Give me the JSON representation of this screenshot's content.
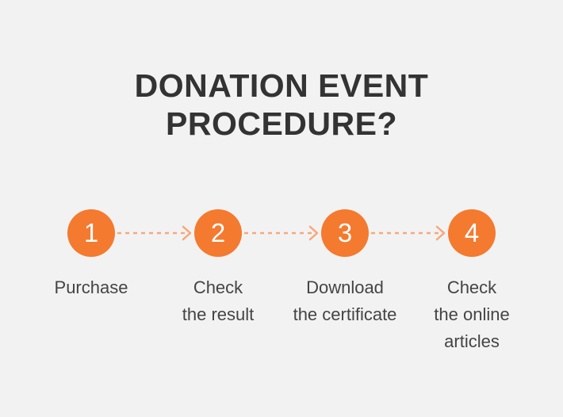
{
  "title": {
    "line1": "DONATION EVENT",
    "line2": "PROCEDURE?"
  },
  "colors": {
    "accent": "#f47a2f",
    "connector": "#f7a77a",
    "title": "#333333",
    "label": "#444444",
    "background": "#f2f2f2"
  },
  "steps": [
    {
      "number": "1",
      "label": [
        "Purchase"
      ]
    },
    {
      "number": "2",
      "label": [
        "Check",
        "the result"
      ]
    },
    {
      "number": "3",
      "label": [
        "Download",
        "the certificate"
      ]
    },
    {
      "number": "4",
      "label": [
        "Check",
        "the online",
        "articles"
      ]
    }
  ]
}
